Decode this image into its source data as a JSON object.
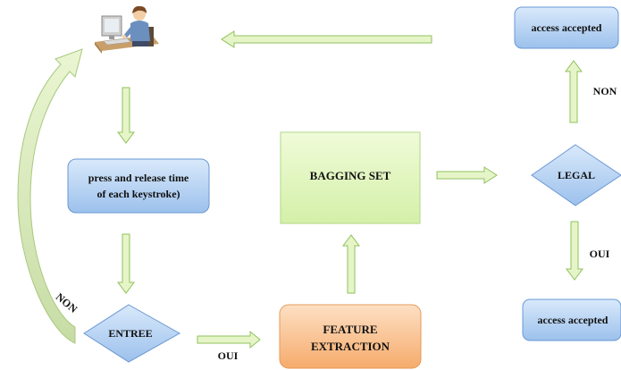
{
  "nodes": {
    "keystroke": {
      "line1": "press and release time",
      "line2": "of each keystroke)"
    },
    "bagging": {
      "label": "BAGGING SET"
    },
    "feature": {
      "line1": "FEATURE",
      "line2": "EXTRACTION"
    },
    "entree": {
      "label": "ENTREE"
    },
    "legal": {
      "label": "LEGAL"
    },
    "access_top": {
      "label": "access accepted"
    },
    "access_bottom": {
      "label": "access accepted"
    }
  },
  "edges": {
    "entree_oui": "OUI",
    "entree_non": "NON",
    "legal_non": "NON",
    "legal_oui": "OUI"
  },
  "colors": {
    "arrow_fill": "#e6f5c8",
    "arrow_stroke": "#8fc25e",
    "blue_node_top": "#d9e9fb",
    "blue_node_bottom": "#9cc1ec",
    "blue_node_stroke": "#6a97d3",
    "green_box_top": "#f0fbd9",
    "green_box_bottom": "#d4f0a8",
    "orange_box_top": "#fde0c4",
    "orange_box_bottom": "#f6ab6b"
  },
  "icons": {
    "user": "user-at-computer-icon"
  }
}
